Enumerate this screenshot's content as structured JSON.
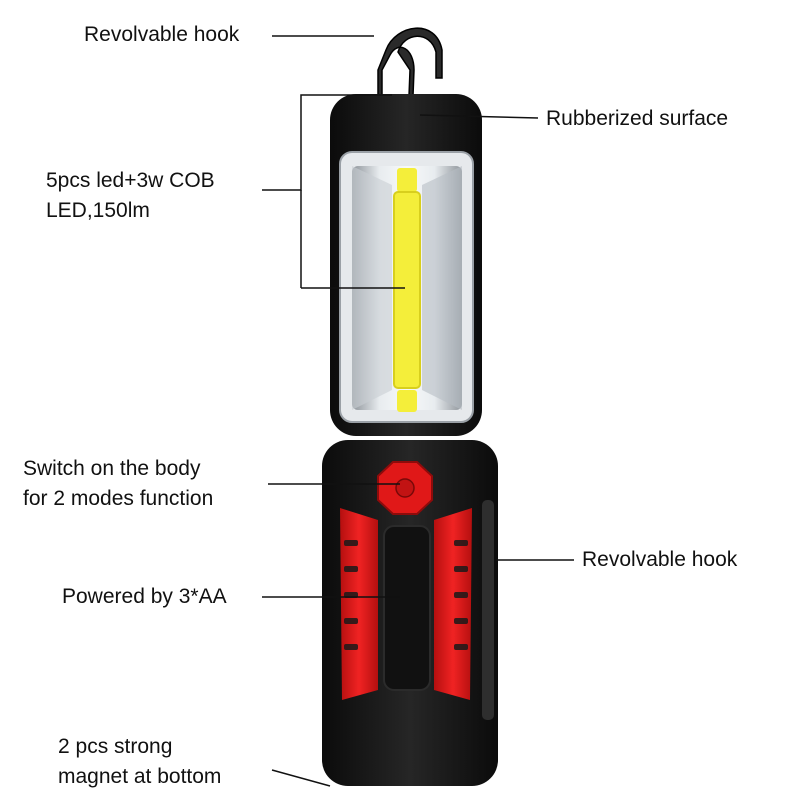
{
  "labels": {
    "hook_top": "Revolvable hook",
    "rubberized": "Rubberized surface",
    "leds_line1": "5pcs led+3w COB",
    "leds_line2": "LED,150lm",
    "switch_line1": "Switch on the body",
    "switch_line2": "for  2  modes function",
    "hook_side": "Revolvable hook",
    "powered": "Powered by 3*AA",
    "magnet_line1": "2 pcs strong",
    "magnet_line2": "magnet at bottom"
  },
  "colors": {
    "body": "#151515",
    "accent_red": "#e01818",
    "cob_yellow": "#f4ee3a",
    "reflector": "#c9ced3",
    "leader": "#111111"
  },
  "icons": [
    "hook-icon",
    "cob-led-strip",
    "switch-button"
  ]
}
